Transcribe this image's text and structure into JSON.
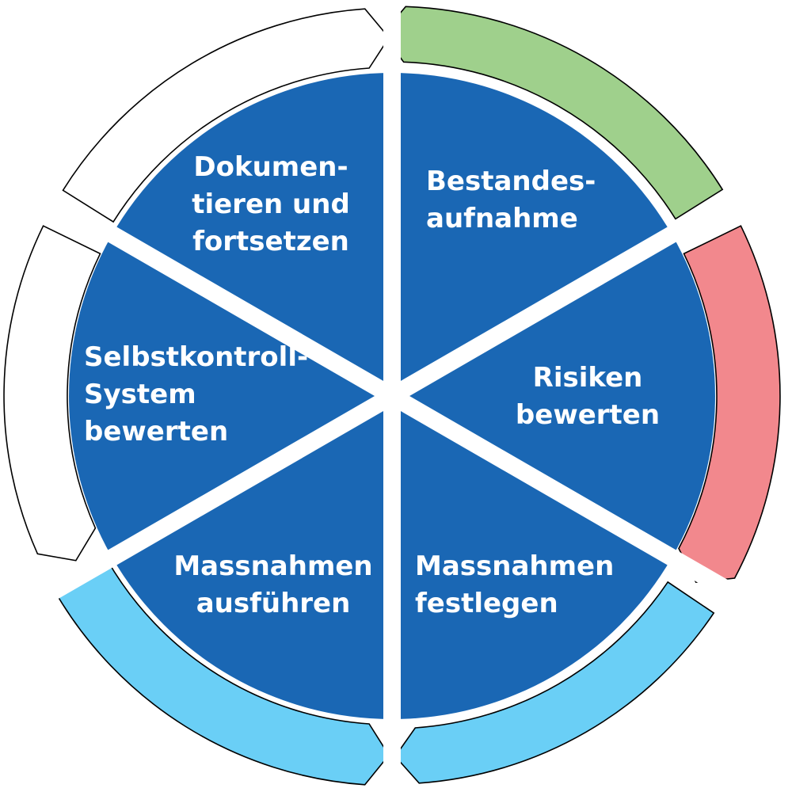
{
  "diagram": {
    "sector_color": "#1A67B4",
    "gap_color": "#FFFFFF",
    "segments": [
      {
        "id": "bestandesaufnahme",
        "label_lines": [
          "Bestandes-",
          "aufnahme"
        ],
        "ring_color": "#9FD08C"
      },
      {
        "id": "risiken-bewerten",
        "label_lines": [
          "Risiken",
          "bewerten"
        ],
        "ring_color": "#F2888D"
      },
      {
        "id": "massnahmen-festlegen",
        "label_lines": [
          "Massnahmen",
          "festlegen"
        ],
        "ring_color": "#6ACFF6"
      },
      {
        "id": "massnahmen-ausfuehren",
        "label_lines": [
          "Massnahmen",
          "ausführen"
        ],
        "ring_color": "#6ACFF6"
      },
      {
        "id": "selbstkontroll-system-bewerten",
        "label_lines": [
          "Selbstkontroll-",
          "System",
          "bewerten"
        ],
        "ring_color": "#FFFFFF"
      },
      {
        "id": "dokumentieren-und-fortsetzen",
        "label_lines": [
          "Dokumen-",
          "tieren und",
          "fortsetzen"
        ],
        "ring_color": "#FFFFFF"
      }
    ]
  }
}
